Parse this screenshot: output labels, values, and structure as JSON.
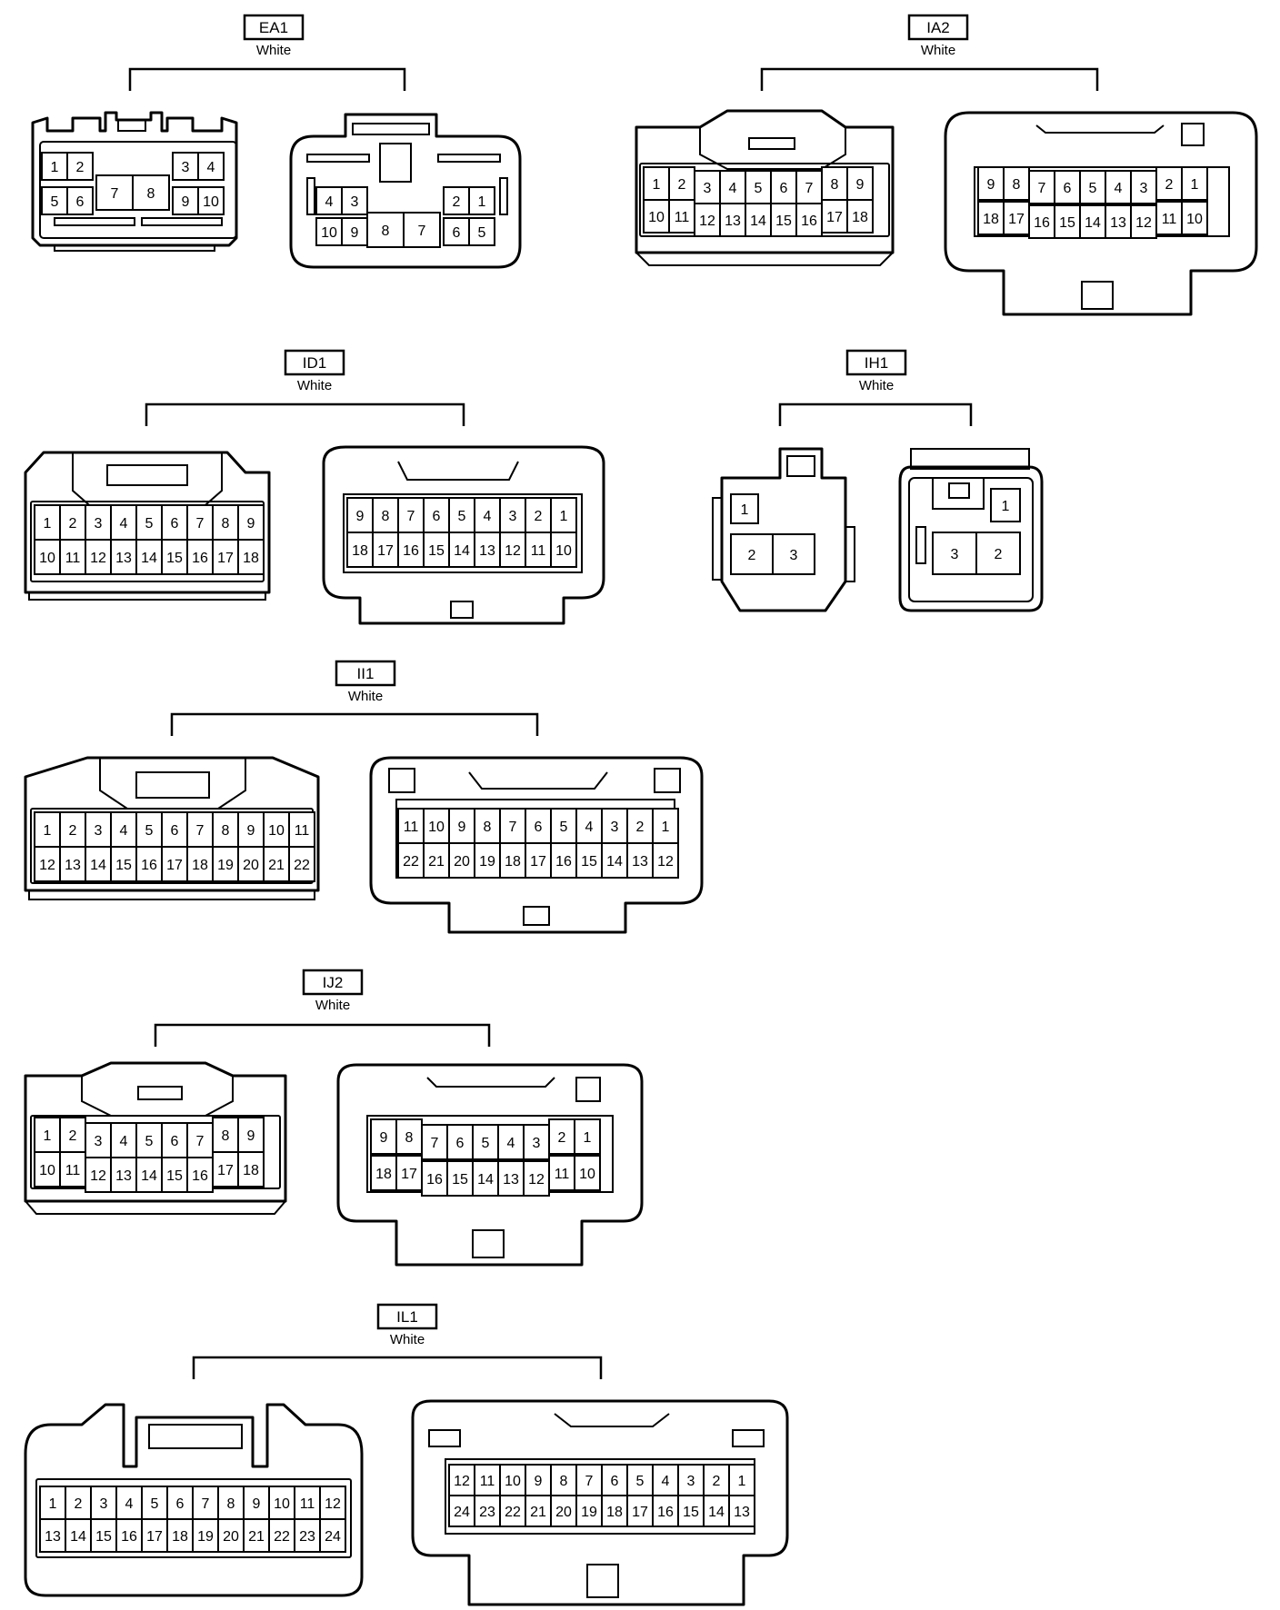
{
  "connectors": [
    {
      "code": "EA1",
      "color": "White"
    },
    {
      "code": "IA2",
      "color": "White"
    },
    {
      "code": "ID1",
      "color": "White"
    },
    {
      "code": "IH1",
      "color": "White"
    },
    {
      "code": "II1",
      "color": "White"
    },
    {
      "code": "IJ2",
      "color": "White"
    },
    {
      "code": "IL1",
      "color": "White"
    }
  ]
}
